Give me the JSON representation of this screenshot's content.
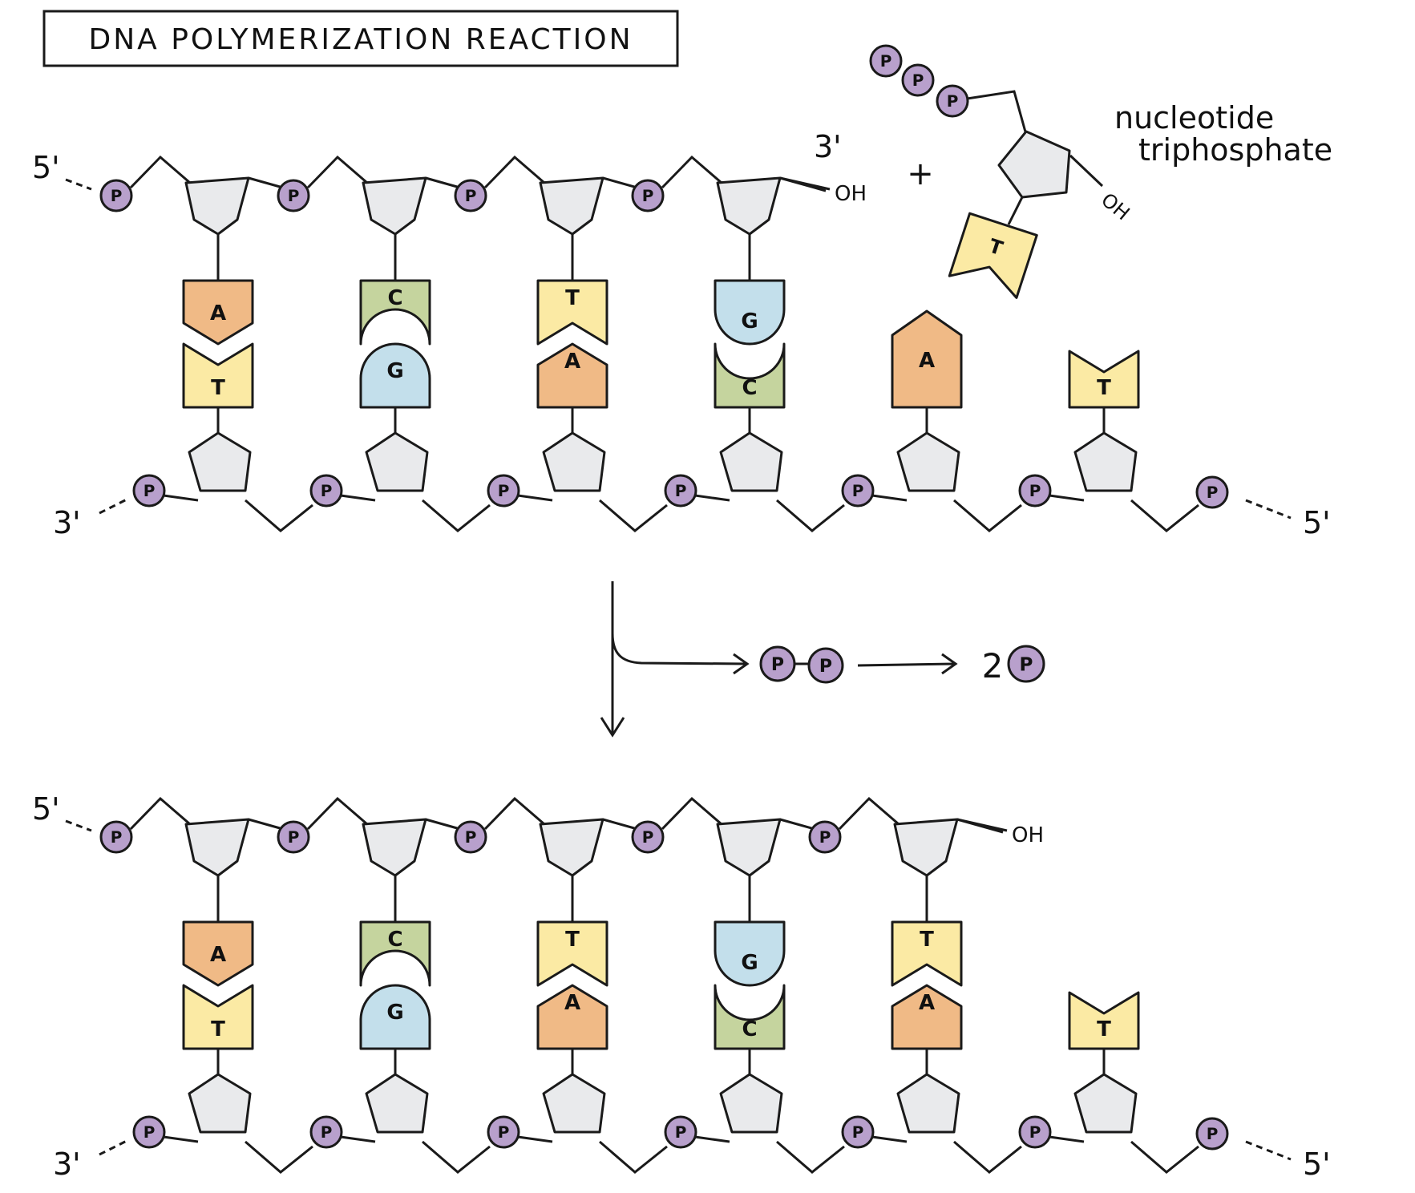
{
  "title": "DNA POLYMERIZATION REACTION",
  "labels": {
    "five_prime": "5'",
    "three_prime": "3'",
    "hydroxyl": "OH",
    "plus": "+",
    "nucleotide_line1": "nucleotide",
    "nucleotide_line2": "triphosphate",
    "phosphate": "P",
    "two": "2"
  },
  "before": {
    "top_strand_bases": [
      "A",
      "C",
      "T",
      "G"
    ],
    "bottom_strand_bases": [
      "T",
      "G",
      "A",
      "C",
      "A",
      "T"
    ]
  },
  "after": {
    "top_strand_bases": [
      "A",
      "C",
      "T",
      "G",
      "T"
    ],
    "bottom_strand_bases": [
      "T",
      "G",
      "A",
      "C",
      "A",
      "T"
    ]
  },
  "incoming_nucleotide": {
    "base": "T"
  },
  "colors": {
    "A": "#f0ba86",
    "T": "#fbeaa4",
    "C": "#c5d49e",
    "G": "#c3dfeb",
    "sugar": "#e9eaec",
    "phosphate": "#b8a0cc",
    "stroke": "#1a1a1a"
  }
}
